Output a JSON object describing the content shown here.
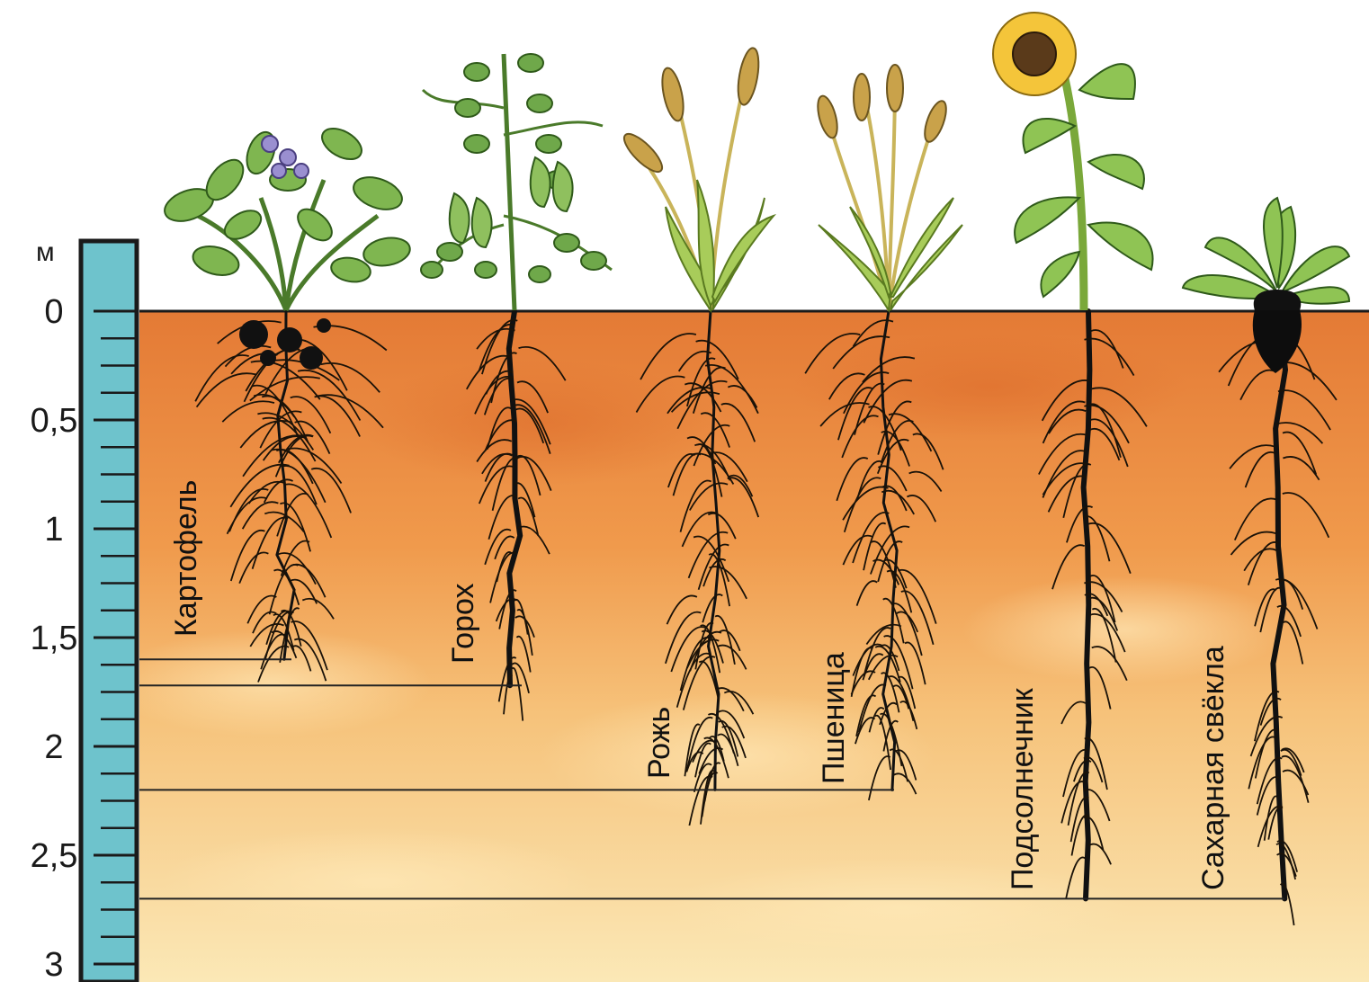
{
  "scale": {
    "unit": "м",
    "ticks": [
      "0",
      "0,5",
      "1",
      "1,5",
      "2",
      "2,5",
      "3"
    ],
    "tick_values_m": [
      0,
      0.5,
      1,
      1.5,
      2,
      2.5,
      3
    ],
    "max_depth_m": 3,
    "color": "#6ec3cc"
  },
  "soil": {
    "top_color": "#e8833a",
    "bottom_color": "#fbe7b0"
  },
  "plants": [
    {
      "name": "Картофель",
      "root_depth_m": 1.6,
      "icon": "potato-plant-icon"
    },
    {
      "name": "Горох",
      "root_depth_m": 1.72,
      "icon": "pea-plant-icon"
    },
    {
      "name": "Рожь",
      "root_depth_m": 2.2,
      "icon": "rye-plant-icon"
    },
    {
      "name": "Пшеница",
      "root_depth_m": 2.2,
      "icon": "wheat-plant-icon"
    },
    {
      "name": "Подсолнечник",
      "root_depth_m": 2.7,
      "icon": "sunflower-plant-icon"
    },
    {
      "name": "Сахарная свёкла",
      "root_depth_m": 2.7,
      "icon": "sugar-beet-plant-icon"
    }
  ]
}
